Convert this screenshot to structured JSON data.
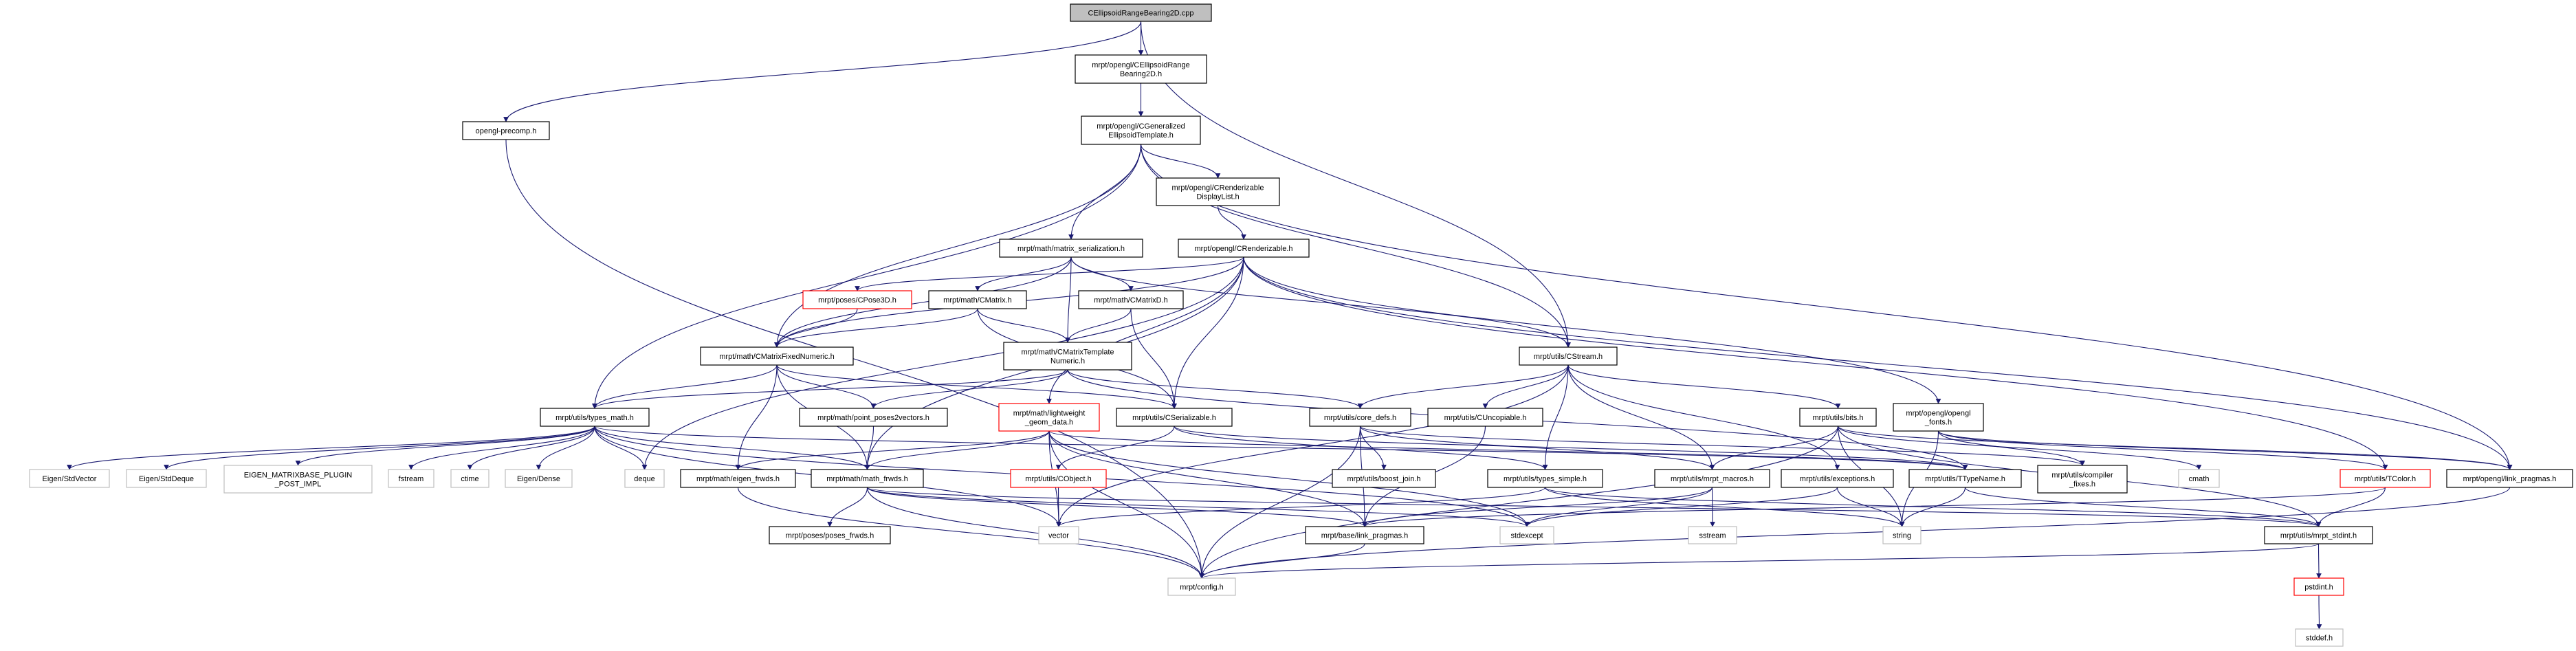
{
  "graph": {
    "title": "CEllipsoidRangeBearing2D.cpp",
    "colors": {
      "edge": "#191970",
      "node_border": "#000000",
      "system_border": "#bfbfbf",
      "truncated_border": "#ff0000",
      "root_fill": "#bfbfbf"
    },
    "nodes": [
      {
        "id": "root",
        "lines": [
          "CEllipsoidRangeBearing2D.cpp"
        ],
        "kind": "root"
      },
      {
        "id": "precomp",
        "lines": [
          "opengl-precomp.h"
        ],
        "kind": "normal"
      },
      {
        "id": "cerb",
        "lines": [
          "mrpt/opengl/CEllipsoidRange",
          "Bearing2D.h"
        ],
        "kind": "normal"
      },
      {
        "id": "cget",
        "lines": [
          "mrpt/opengl/CGeneralized",
          "EllipsoidTemplate.h"
        ],
        "kind": "normal"
      },
      {
        "id": "crdl",
        "lines": [
          "mrpt/opengl/CRenderizable",
          "DisplayList.h"
        ],
        "kind": "normal"
      },
      {
        "id": "mser",
        "lines": [
          "mrpt/math/matrix_serialization.h"
        ],
        "kind": "normal"
      },
      {
        "id": "crend",
        "lines": [
          "mrpt/opengl/CRenderizable.h"
        ],
        "kind": "normal"
      },
      {
        "id": "cpose",
        "lines": [
          "mrpt/poses/CPose3D.h"
        ],
        "kind": "truncated"
      },
      {
        "id": "cmatrix",
        "lines": [
          "mrpt/math/CMatrix.h"
        ],
        "kind": "normal"
      },
      {
        "id": "cmatrixd",
        "lines": [
          "mrpt/math/CMatrixD.h"
        ],
        "kind": "normal"
      },
      {
        "id": "cmfn",
        "lines": [
          "mrpt/math/CMatrixFixedNumeric.h"
        ],
        "kind": "normal"
      },
      {
        "id": "cmtn",
        "lines": [
          "mrpt/math/CMatrixTemplate",
          "Numeric.h"
        ],
        "kind": "normal"
      },
      {
        "id": "cstream",
        "lines": [
          "mrpt/utils/CStream.h"
        ],
        "kind": "normal"
      },
      {
        "id": "tmath",
        "lines": [
          "mrpt/utils/types_math.h"
        ],
        "kind": "normal"
      },
      {
        "id": "pp2v",
        "lines": [
          "mrpt/math/point_poses2vectors.h"
        ],
        "kind": "normal"
      },
      {
        "id": "lgd",
        "lines": [
          "mrpt/math/lightweight",
          "_geom_data.h"
        ],
        "kind": "truncated"
      },
      {
        "id": "cser",
        "lines": [
          "mrpt/utils/CSerializable.h"
        ],
        "kind": "normal"
      },
      {
        "id": "core",
        "lines": [
          "mrpt/utils/core_defs.h"
        ],
        "kind": "normal"
      },
      {
        "id": "cunc",
        "lines": [
          "mrpt/utils/CUncopiable.h"
        ],
        "kind": "normal"
      },
      {
        "id": "bits",
        "lines": [
          "mrpt/utils/bits.h"
        ],
        "kind": "normal"
      },
      {
        "id": "fonts",
        "lines": [
          "mrpt/opengl/opengl",
          "_fonts.h"
        ],
        "kind": "normal"
      },
      {
        "id": "svec",
        "lines": [
          "Eigen/StdVector"
        ],
        "kind": "system"
      },
      {
        "id": "sdeq",
        "lines": [
          "Eigen/StdDeque"
        ],
        "kind": "system"
      },
      {
        "id": "eplug",
        "lines": [
          "EIGEN_MATRIXBASE_PLUGIN",
          "_POST_IMPL"
        ],
        "kind": "system"
      },
      {
        "id": "fstream",
        "lines": [
          "fstream"
        ],
        "kind": "system"
      },
      {
        "id": "ctime",
        "lines": [
          "ctime"
        ],
        "kind": "system"
      },
      {
        "id": "edense",
        "lines": [
          "Eigen/Dense"
        ],
        "kind": "system"
      },
      {
        "id": "deque",
        "lines": [
          "deque"
        ],
        "kind": "system"
      },
      {
        "id": "efrwds",
        "lines": [
          "mrpt/math/eigen_frwds.h"
        ],
        "kind": "normal"
      },
      {
        "id": "mfrwds",
        "lines": [
          "mrpt/math/math_frwds.h"
        ],
        "kind": "normal"
      },
      {
        "id": "cobj",
        "lines": [
          "mrpt/utils/CObject.h"
        ],
        "kind": "truncated"
      },
      {
        "id": "bjoin",
        "lines": [
          "mrpt/utils/boost_join.h"
        ],
        "kind": "normal"
      },
      {
        "id": "tsimple",
        "lines": [
          "mrpt/utils/types_simple.h"
        ],
        "kind": "normal"
      },
      {
        "id": "macros",
        "lines": [
          "mrpt/utils/mrpt_macros.h"
        ],
        "kind": "normal"
      },
      {
        "id": "exc",
        "lines": [
          "mrpt/utils/exceptions.h"
        ],
        "kind": "normal"
      },
      {
        "id": "ttn",
        "lines": [
          "mrpt/utils/TTypeName.h"
        ],
        "kind": "normal"
      },
      {
        "id": "cfix",
        "lines": [
          "mrpt/utils/compiler",
          "_fixes.h"
        ],
        "kind": "normal"
      },
      {
        "id": "cmath",
        "lines": [
          "cmath"
        ],
        "kind": "system"
      },
      {
        "id": "tcolor",
        "lines": [
          "mrpt/utils/TColor.h"
        ],
        "kind": "truncated"
      },
      {
        "id": "gllink",
        "lines": [
          "mrpt/opengl/link_pragmas.h"
        ],
        "kind": "normal"
      },
      {
        "id": "pfrwds",
        "lines": [
          "mrpt/poses/poses_frwds.h"
        ],
        "kind": "normal"
      },
      {
        "id": "vector",
        "lines": [
          "vector"
        ],
        "kind": "system"
      },
      {
        "id": "blink",
        "lines": [
          "mrpt/base/link_pragmas.h"
        ],
        "kind": "normal"
      },
      {
        "id": "stdexc",
        "lines": [
          "stdexcept"
        ],
        "kind": "system"
      },
      {
        "id": "sstream",
        "lines": [
          "sstream"
        ],
        "kind": "system"
      },
      {
        "id": "string",
        "lines": [
          "string"
        ],
        "kind": "system"
      },
      {
        "id": "stdint",
        "lines": [
          "mrpt/utils/mrpt_stdint.h"
        ],
        "kind": "normal"
      },
      {
        "id": "config",
        "lines": [
          "mrpt/config.h"
        ],
        "kind": "system"
      },
      {
        "id": "pstdint",
        "lines": [
          "pstdint.h"
        ],
        "kind": "truncated"
      },
      {
        "id": "stddef",
        "lines": [
          "stddef.h"
        ],
        "kind": "system"
      }
    ],
    "edges": [
      [
        "root",
        "precomp"
      ],
      [
        "root",
        "cerb"
      ],
      [
        "root",
        "cstream"
      ],
      [
        "precomp",
        "config"
      ],
      [
        "cerb",
        "cget"
      ],
      [
        "cget",
        "tmath"
      ],
      [
        "cget",
        "cmfn"
      ],
      [
        "cget",
        "mser"
      ],
      [
        "cget",
        "crdl"
      ],
      [
        "cget",
        "cstream"
      ],
      [
        "cget",
        "gllink"
      ],
      [
        "crdl",
        "crend"
      ],
      [
        "mser",
        "cmfn"
      ],
      [
        "mser",
        "cmatrix"
      ],
      [
        "mser",
        "cmatrixd"
      ],
      [
        "mser",
        "cmtn"
      ],
      [
        "mser",
        "cstream"
      ],
      [
        "crend",
        "cpose"
      ],
      [
        "crend",
        "cmfn"
      ],
      [
        "crend",
        "cser"
      ],
      [
        "crend",
        "lgd"
      ],
      [
        "crend",
        "mfrwds"
      ],
      [
        "crend",
        "fonts"
      ],
      [
        "crend",
        "tcolor"
      ],
      [
        "crend",
        "gllink"
      ],
      [
        "crend",
        "deque"
      ],
      [
        "cpose",
        "cmfn"
      ],
      [
        "cmatrix",
        "cmfn"
      ],
      [
        "cmatrix",
        "cmtn"
      ],
      [
        "cmatrix",
        "cser"
      ],
      [
        "cmatrixd",
        "cmtn"
      ],
      [
        "cmatrixd",
        "cser"
      ],
      [
        "cmtn",
        "tmath"
      ],
      [
        "cmtn",
        "pp2v"
      ],
      [
        "cmtn",
        "ttn"
      ],
      [
        "cmtn",
        "core"
      ],
      [
        "cmfn",
        "tmath"
      ],
      [
        "cmfn",
        "pp2v"
      ],
      [
        "cmfn",
        "efrwds"
      ],
      [
        "cmfn",
        "mfrwds"
      ],
      [
        "cmfn",
        "cser"
      ],
      [
        "tmath",
        "svec"
      ],
      [
        "tmath",
        "sdeq"
      ],
      [
        "tmath",
        "eplug"
      ],
      [
        "tmath",
        "fstream"
      ],
      [
        "tmath",
        "ctime"
      ],
      [
        "tmath",
        "edense"
      ],
      [
        "tmath",
        "deque"
      ],
      [
        "tmath",
        "mfrwds"
      ],
      [
        "tmath",
        "vector"
      ],
      [
        "tmath",
        "stdexc"
      ],
      [
        "tmath",
        "ttn"
      ],
      [
        "pp2v",
        "mfrwds"
      ],
      [
        "lgd",
        "efrwds"
      ],
      [
        "lgd",
        "mfrwds"
      ],
      [
        "lgd",
        "vector"
      ],
      [
        "lgd",
        "config"
      ],
      [
        "lgd",
        "blink"
      ],
      [
        "lgd",
        "stdexc"
      ],
      [
        "lgd",
        "ttn"
      ],
      [
        "cser",
        "cobj"
      ],
      [
        "cser",
        "ttn"
      ],
      [
        "cser",
        "tsimple"
      ],
      [
        "cobj",
        "vector"
      ],
      [
        "efrwds",
        "config"
      ],
      [
        "mfrwds",
        "pfrwds"
      ],
      [
        "mfrwds",
        "config"
      ],
      [
        "mfrwds",
        "blink"
      ],
      [
        "mfrwds",
        "stdexc"
      ],
      [
        "mfrwds",
        "stdint"
      ],
      [
        "cstream",
        "core"
      ],
      [
        "cstream",
        "cunc"
      ],
      [
        "cstream",
        "tsimple"
      ],
      [
        "cstream",
        "exc"
      ],
      [
        "cstream",
        "bits"
      ],
      [
        "cstream",
        "vector"
      ],
      [
        "cstream",
        "macros"
      ],
      [
        "core",
        "bjoin"
      ],
      [
        "core",
        "blink"
      ],
      [
        "core",
        "config"
      ],
      [
        "core",
        "cfix"
      ],
      [
        "core",
        "macros"
      ],
      [
        "cunc",
        "blink"
      ],
      [
        "tsimple",
        "vector"
      ],
      [
        "tsimple",
        "string"
      ],
      [
        "tsimple",
        "stdint"
      ],
      [
        "macros",
        "blink"
      ],
      [
        "macros",
        "stdexc"
      ],
      [
        "macros",
        "sstream"
      ],
      [
        "exc",
        "stdexc"
      ],
      [
        "exc",
        "string"
      ],
      [
        "bits",
        "macros"
      ],
      [
        "bits",
        "cmath"
      ],
      [
        "bits",
        "string"
      ],
      [
        "bits",
        "stdint"
      ],
      [
        "bits",
        "config"
      ],
      [
        "bits",
        "gllink"
      ],
      [
        "fonts",
        "cfix"
      ],
      [
        "fonts",
        "string"
      ],
      [
        "fonts",
        "tcolor"
      ],
      [
        "fonts",
        "gllink"
      ],
      [
        "ttn",
        "string"
      ],
      [
        "ttn",
        "stdint"
      ],
      [
        "tcolor",
        "stdint"
      ],
      [
        "tcolor",
        "blink"
      ],
      [
        "gllink",
        "config"
      ],
      [
        "blink",
        "config"
      ],
      [
        "stdint",
        "pstdint"
      ],
      [
        "stdint",
        "config"
      ],
      [
        "pstdint",
        "stddef"
      ]
    ]
  }
}
